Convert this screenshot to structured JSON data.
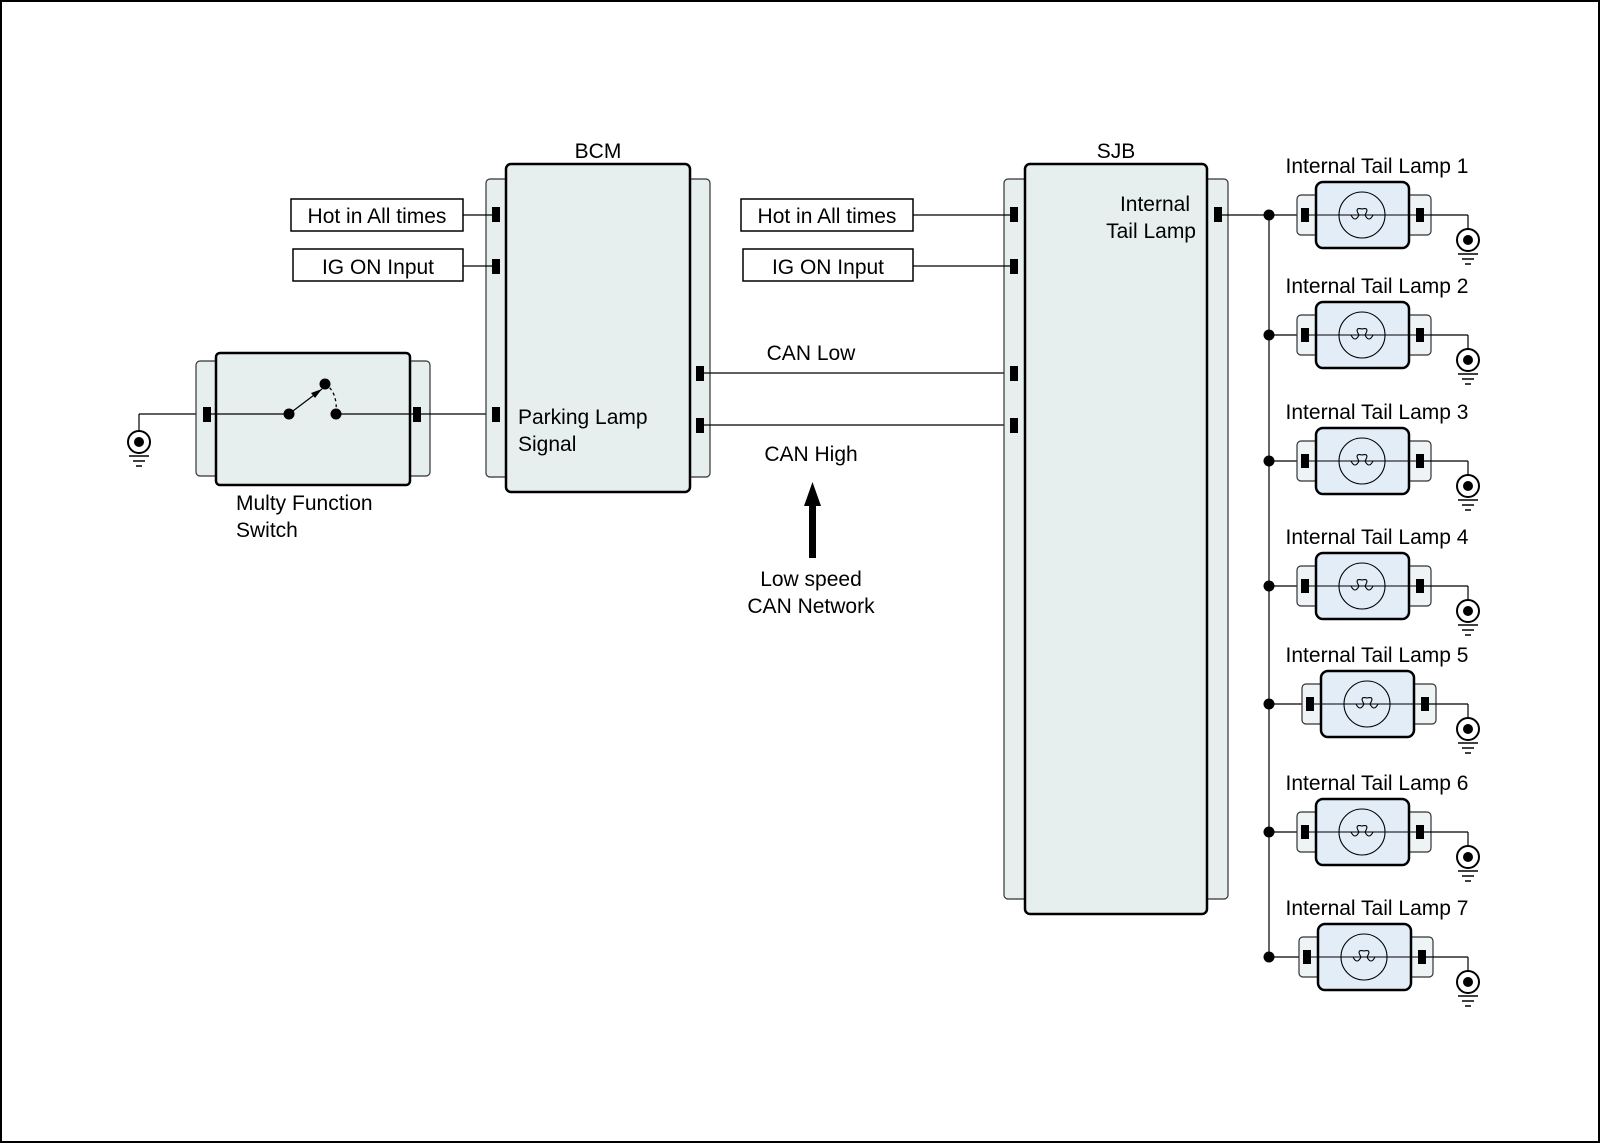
{
  "modules": {
    "bcm": {
      "title": "BCM",
      "signal_line1": "Parking Lamp",
      "signal_line2": "Signal"
    },
    "sjb": {
      "title": "SJB",
      "output_line1": "Internal",
      "output_line2": "Tail Lamp"
    },
    "switch": {
      "line1": "Multy Function",
      "line2": "Switch"
    }
  },
  "inputs": {
    "bcm_hot": "Hot in All times",
    "bcm_ig": "IG ON Input",
    "sjb_hot": "Hot in All times",
    "sjb_ig": "IG ON Input"
  },
  "bus": {
    "can_low": "CAN Low",
    "can_high": "CAN High",
    "network_line1": "Low speed",
    "network_line2": "CAN Network"
  },
  "lamps": [
    "Internal Tail Lamp 1",
    "Internal Tail Lamp 2",
    "Internal Tail Lamp 3",
    "Internal Tail Lamp 4",
    "Internal Tail Lamp 5",
    "Internal Tail Lamp 6",
    "Internal Tail Lamp 7"
  ]
}
